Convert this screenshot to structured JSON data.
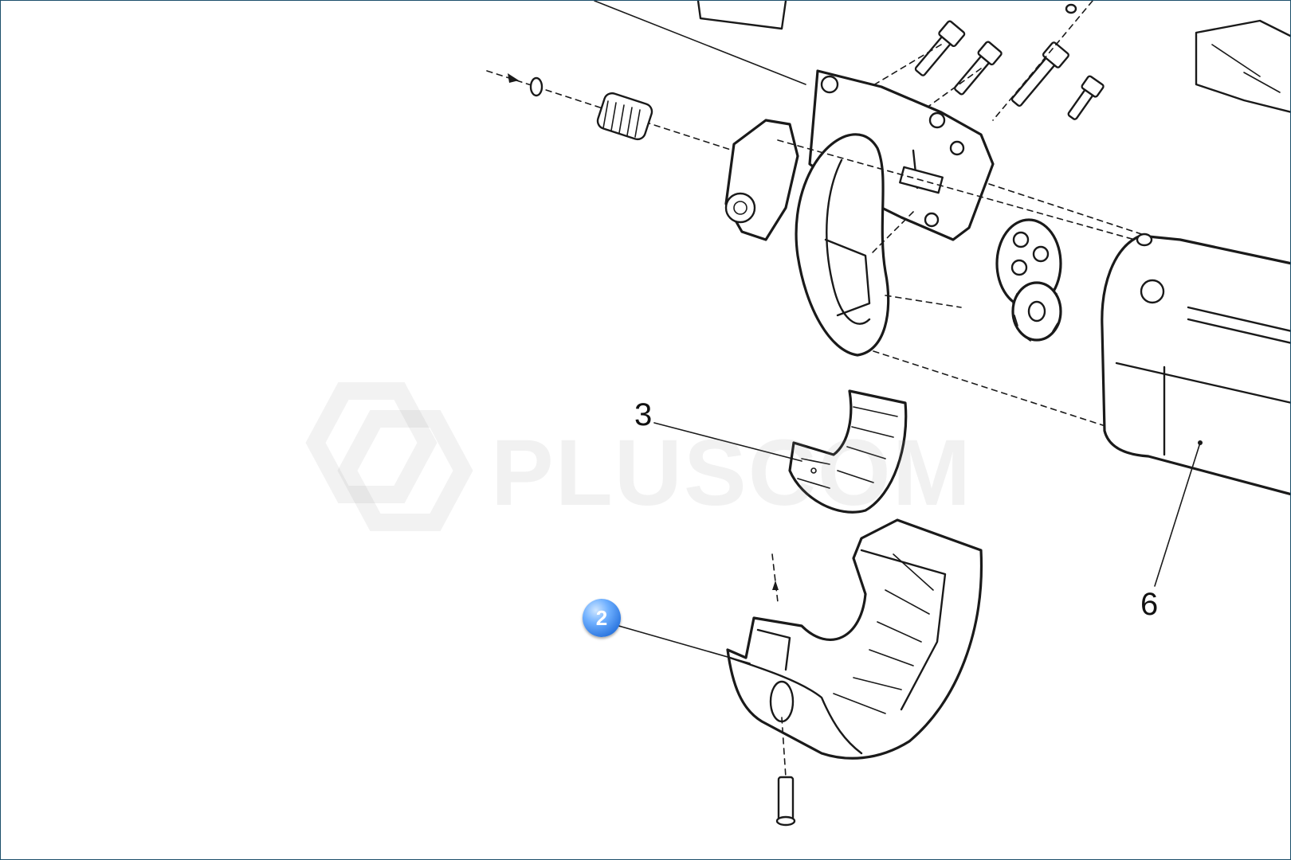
{
  "watermark": {
    "brand": "PLUSCOM"
  },
  "callouts": [
    {
      "id": "3",
      "label": "3"
    },
    {
      "id": "6",
      "label": "6"
    }
  ],
  "marker": {
    "label": "2",
    "color": "#2e78e0"
  }
}
